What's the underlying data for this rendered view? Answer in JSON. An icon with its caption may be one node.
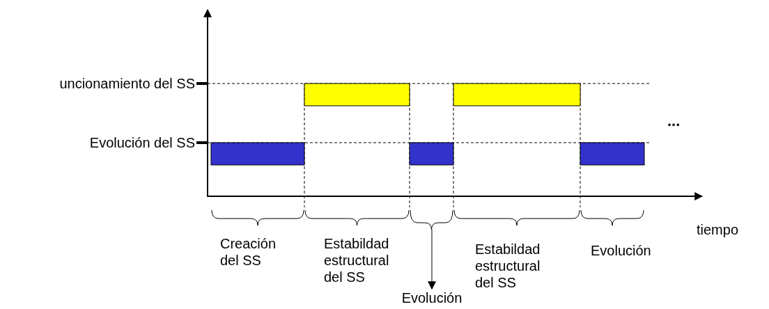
{
  "diagram": {
    "nodes": [
      {
        "text": [],
        "shape": "bar"
      },
      {
        "text": [],
        "shape": "bar"
      },
      {
        "text": [],
        "shape": "bar"
      },
      {
        "text": [],
        "shape": "bar"
      },
      {
        "text": [],
        "shape": "bar"
      },
      {
        "text": [],
        "shape": "brace"
      },
      {
        "text": [
          "Evolución"
        ]
      }
    ],
    "edges": [
      {
        "from": 5,
        "to": 6,
        "arrow": "to"
      }
    ],
    "labels": [
      "uncionamiento del SS",
      "Evolución del SS",
      "...",
      "tiempo",
      "Creación del SS",
      "Estabildad estructural del SS",
      "Estabildad estructural del SS",
      "Evolución"
    ]
  }
}
